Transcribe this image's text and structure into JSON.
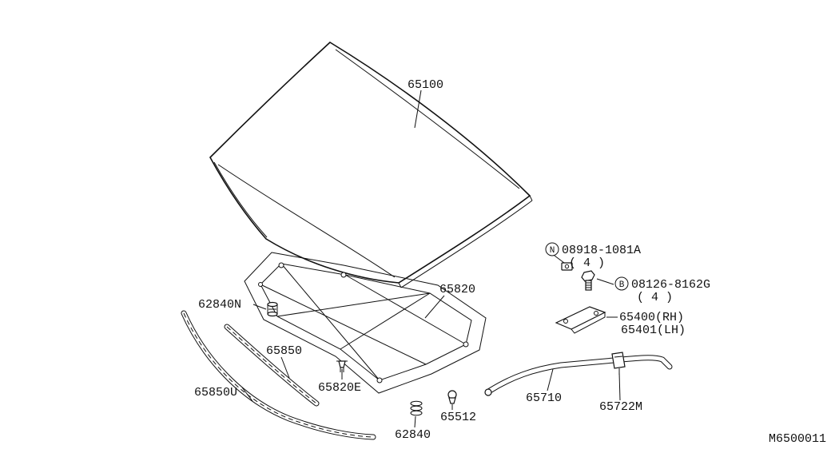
{
  "diagram": {
    "drawing_code": "M6500011",
    "parts": {
      "hood": {
        "label": "65100"
      },
      "insulator": {
        "label": "65820"
      },
      "grommet_n": {
        "label": "62840N"
      },
      "seal_front": {
        "label": "65850"
      },
      "seal_side": {
        "label": "65850U"
      },
      "clip_e": {
        "label": "65820E"
      },
      "rod": {
        "label": "65710"
      },
      "rod_clamp": {
        "label": "65722M"
      },
      "clip_2": {
        "label": "65512"
      },
      "grommet": {
        "label": "62840"
      },
      "hinge_rh": {
        "label": "65400(RH)"
      },
      "hinge_lh": {
        "label": "65401(LH)"
      },
      "nut": {
        "symbol": "N",
        "label": "08918-1081A",
        "qty": "( 4 )"
      },
      "bolt": {
        "symbol": "B",
        "label": "08126-8162G",
        "qty": "( 4 )"
      }
    }
  }
}
